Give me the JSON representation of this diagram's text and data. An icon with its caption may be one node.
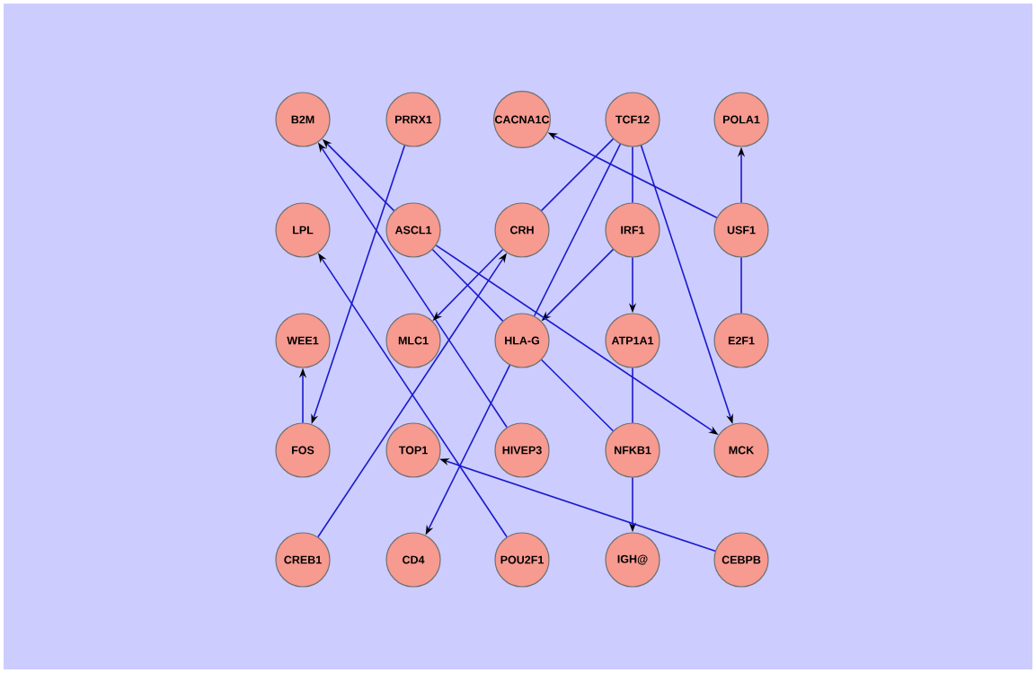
{
  "diagram": {
    "nodes": [
      {
        "text": [
          "B2M"
        ]
      },
      {
        "text": [
          "PRRX1"
        ]
      },
      {
        "text": [
          "CACNA1C"
        ]
      },
      {
        "text": [
          "TCF12"
        ]
      },
      {
        "text": [
          "POLA1"
        ]
      },
      {
        "text": [
          "LPL"
        ]
      },
      {
        "text": [
          "ASCL1"
        ]
      },
      {
        "text": [
          "CRH"
        ]
      },
      {
        "text": [
          "IRF1"
        ]
      },
      {
        "text": [
          "USF1"
        ]
      },
      {
        "text": [
          "WEE1"
        ]
      },
      {
        "text": [
          "MLC1"
        ]
      },
      {
        "text": [
          "HLA-G"
        ]
      },
      {
        "text": [
          "ATP1A1"
        ]
      },
      {
        "text": [
          "E2F1"
        ]
      },
      {
        "text": [
          "FOS"
        ]
      },
      {
        "text": [
          "TOP1"
        ]
      },
      {
        "text": [
          "HIVEP3"
        ]
      },
      {
        "text": [
          "NFKB1"
        ]
      },
      {
        "text": [
          "MCK"
        ]
      },
      {
        "text": [
          "CREB1"
        ]
      },
      {
        "text": [
          "CD4"
        ]
      },
      {
        "text": [
          "POU2F1"
        ]
      },
      {
        "text": [
          "IGH@"
        ]
      },
      {
        "text": [
          "CEBPB"
        ]
      }
    ],
    "edges": [
      {
        "from": 6,
        "to": 0,
        "arrow": "to"
      },
      {
        "from": 17,
        "to": 0,
        "arrow": "to"
      },
      {
        "from": 1,
        "to": 15,
        "arrow": "to"
      },
      {
        "from": 9,
        "to": 2,
        "arrow": "to"
      },
      {
        "from": 9,
        "to": 4,
        "arrow": "to"
      },
      {
        "from": 14,
        "to": 9,
        "arrow": "none"
      },
      {
        "from": 3,
        "to": 7,
        "arrow": "none"
      },
      {
        "from": 3,
        "to": 12,
        "arrow": "none"
      },
      {
        "from": 3,
        "to": 8,
        "arrow": "none"
      },
      {
        "from": 3,
        "to": 19,
        "arrow": "to"
      },
      {
        "from": 8,
        "to": 12,
        "arrow": "to"
      },
      {
        "from": 8,
        "to": 13,
        "arrow": "to"
      },
      {
        "from": 7,
        "to": 11,
        "arrow": "to"
      },
      {
        "from": 20,
        "to": 7,
        "arrow": "to"
      },
      {
        "from": 22,
        "to": 5,
        "arrow": "to"
      },
      {
        "from": 6,
        "to": 19,
        "arrow": "to"
      },
      {
        "from": 6,
        "to": 12,
        "arrow": "none"
      },
      {
        "from": 12,
        "to": 21,
        "arrow": "to"
      },
      {
        "from": 12,
        "to": 18,
        "arrow": "none"
      },
      {
        "from": 13,
        "to": 18,
        "arrow": "none"
      },
      {
        "from": 18,
        "to": 23,
        "arrow": "to"
      },
      {
        "from": 24,
        "to": 16,
        "arrow": "to"
      },
      {
        "from": 15,
        "to": 10,
        "arrow": "to"
      }
    ]
  }
}
